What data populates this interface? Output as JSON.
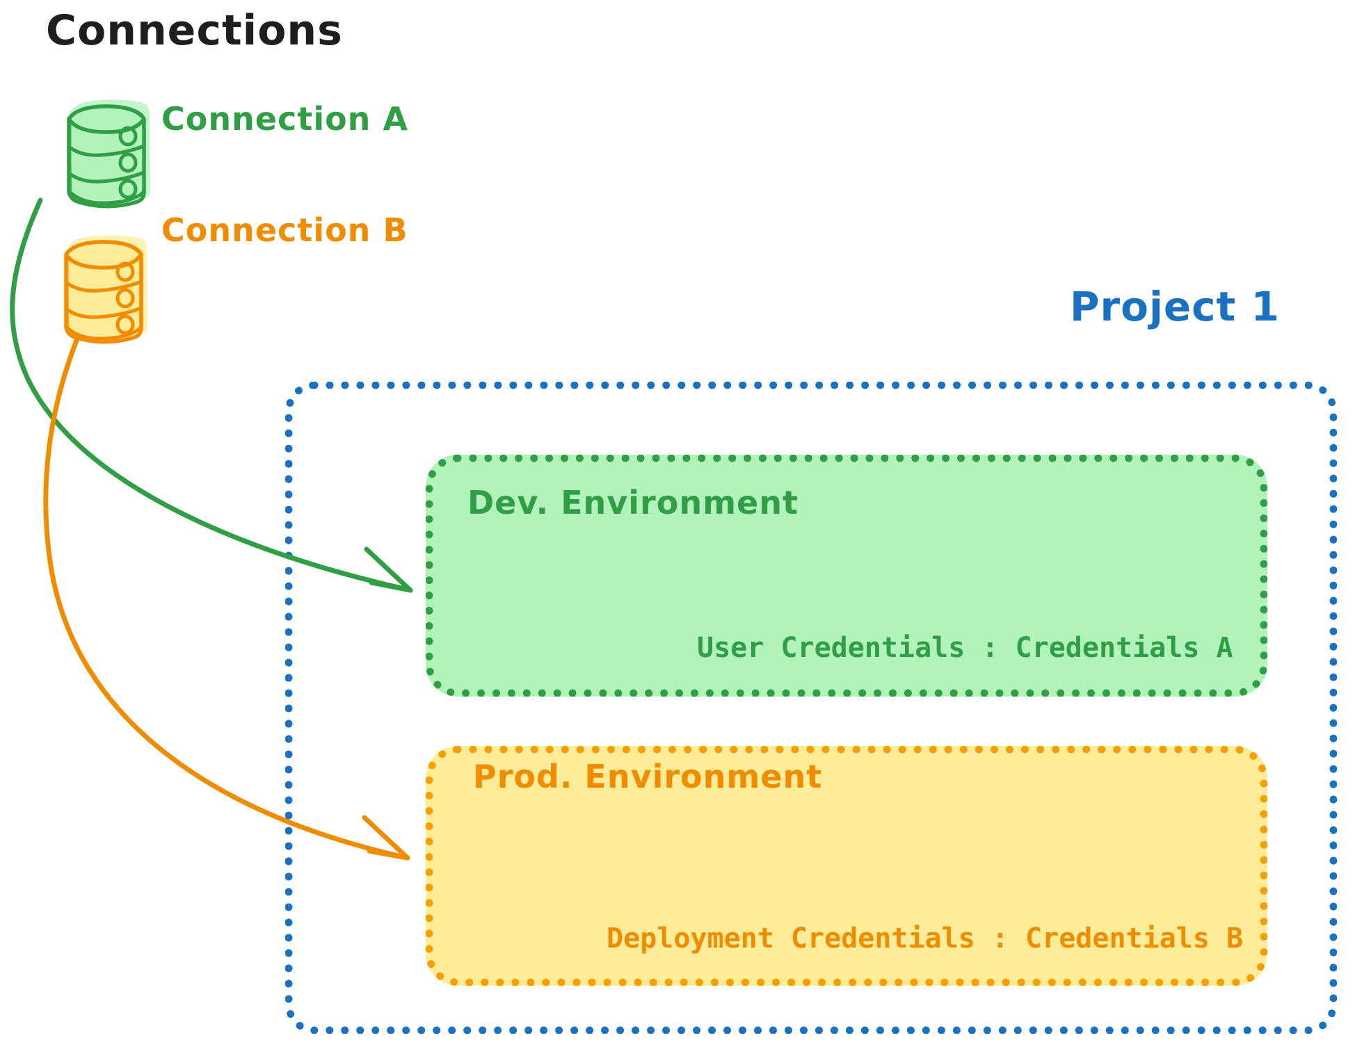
{
  "diagram": {
    "title": "Connections",
    "background_color": "#ffffff"
  },
  "connections_panel": {
    "heading": "Connections",
    "heading_color": "#1e1e1e",
    "items": [
      {
        "icon": "database-cylinder-icon",
        "label": "Connection A",
        "color": "#2f9e44",
        "fill": "#b2f2bb"
      },
      {
        "icon": "database-cylinder-icon",
        "label": "Connection B",
        "color": "#f08c00",
        "fill": "#ffec99"
      }
    ]
  },
  "project": {
    "title": "Project 1",
    "title_color": "#1971c2",
    "border_color": "#1971c2",
    "border_style": "dotted",
    "environments": [
      {
        "name": "Dev. Environment",
        "credentials_label": "User Credentials",
        "credentials_separator": ":",
        "credentials_value": "Credentials A",
        "credentials_line": "User Credentials : Credentials A",
        "border_color": "#2f9e44",
        "fill_color": "#b2f2bb",
        "text_color": "#2f9e44"
      },
      {
        "name": "Prod. Environment",
        "credentials_label": "Deployment Credentials",
        "credentials_separator": ":",
        "credentials_value": "Credentials B",
        "credentials_line": "Deployment Credentials : Credentials B",
        "border_color": "#f08c00",
        "fill_color": "#ffec99",
        "text_color": "#f08c00"
      }
    ]
  },
  "arrows": [
    {
      "name": "connection-a-to-dev-environment",
      "from": "Connection A",
      "to": "Dev. Environment",
      "color": "#2f9e44"
    },
    {
      "name": "connection-b-to-prod-environment",
      "from": "Connection B",
      "to": "Prod. Environment",
      "color": "#f08c00"
    }
  ]
}
